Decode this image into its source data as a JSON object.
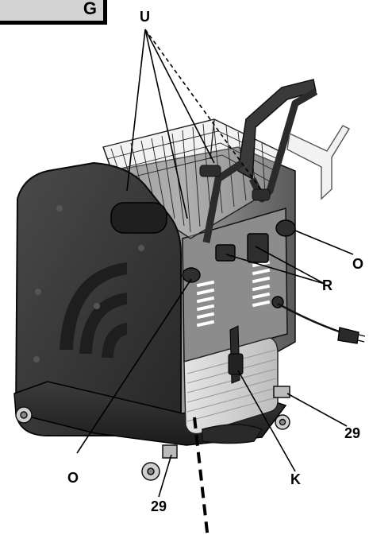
{
  "badge": {
    "text": "G"
  },
  "callouts": {
    "U": "U",
    "O_right": "O",
    "R": "R",
    "O_left": "O",
    "K": "K",
    "num_29_right": "29",
    "num_29_left": "29"
  }
}
